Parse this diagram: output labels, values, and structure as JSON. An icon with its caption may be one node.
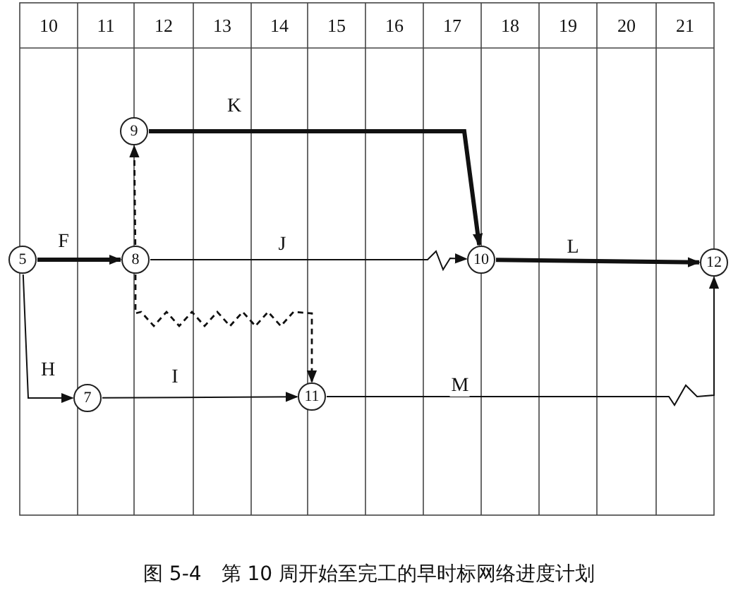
{
  "diagram": {
    "caption": "图 5-4　第 10 周开始至完工的早时标网络进度计划",
    "nodes": [
      {
        "text": [
          "9"
        ]
      },
      {
        "text": [
          "5"
        ]
      },
      {
        "text": [
          "8"
        ]
      },
      {
        "text": [
          "10"
        ]
      },
      {
        "text": [
          "12"
        ]
      },
      {
        "text": [
          "7"
        ]
      },
      {
        "text": [
          "11"
        ]
      }
    ],
    "edges": [
      {
        "from": 1,
        "to": 2,
        "arrow": "to",
        "label": "F",
        "style": "thick"
      },
      {
        "from": 2,
        "to": 0,
        "arrow": "to",
        "style": "dashed"
      },
      {
        "from": 0,
        "to": 3,
        "arrow": "to",
        "label": "K",
        "style": "thick"
      },
      {
        "from": 2,
        "to": 3,
        "arrow": "to",
        "label": "J"
      },
      {
        "from": 3,
        "to": 4,
        "arrow": "to",
        "label": "L",
        "style": "thick"
      },
      {
        "from": 1,
        "to": 5,
        "arrow": "to",
        "label": "H"
      },
      {
        "from": 2,
        "to": 6,
        "arrow": "to",
        "style": "dashed"
      },
      {
        "from": 5,
        "to": 6,
        "arrow": "to",
        "label": "I"
      },
      {
        "from": 6,
        "to": 4,
        "arrow": "to",
        "label": "M"
      }
    ],
    "labels": [
      "10",
      "11",
      "12",
      "13",
      "14",
      "15",
      "16",
      "17",
      "18",
      "19",
      "20",
      "21"
    ]
  }
}
